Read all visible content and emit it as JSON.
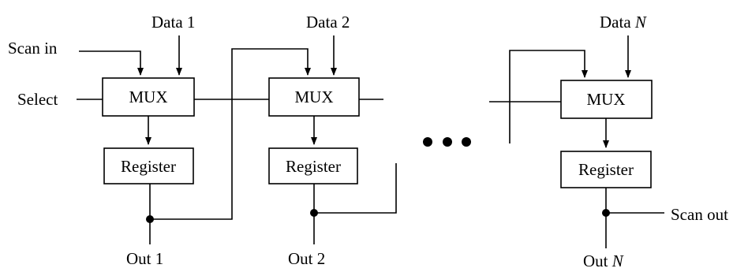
{
  "labels": {
    "scan_in": "Scan in",
    "select": "Select",
    "scan_out": "Scan out",
    "ellipsis_dot": "•"
  },
  "stages": [
    {
      "data_prefix": "Data ",
      "data_index": "1",
      "mux": "MUX",
      "register": "Register",
      "out_prefix": "Out ",
      "out_index": "1"
    },
    {
      "data_prefix": "Data ",
      "data_index": "2",
      "mux": "MUX",
      "register": "Register",
      "out_prefix": "Out ",
      "out_index": "2"
    },
    {
      "data_prefix": "Data ",
      "data_index": "N",
      "mux": "MUX",
      "register": "Register",
      "out_prefix": "Out ",
      "out_index": "N"
    }
  ]
}
